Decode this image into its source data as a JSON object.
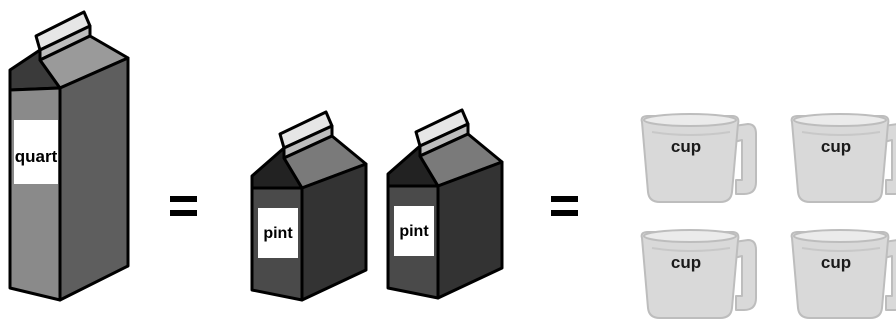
{
  "quart": {
    "label": "quart"
  },
  "pints": [
    {
      "label": "pint"
    },
    {
      "label": "pint"
    }
  ],
  "cups": [
    {
      "label": "cup"
    },
    {
      "label": "cup"
    },
    {
      "label": "cup"
    },
    {
      "label": "cup"
    }
  ],
  "colors": {
    "carton_front": "#8a8a8a",
    "carton_side": "#5e5e5e",
    "pint_front": "#4a4a4a",
    "pint_side": "#333333",
    "cup_fill": "#d9d9d9",
    "cup_stroke": "#bdbdbd"
  }
}
